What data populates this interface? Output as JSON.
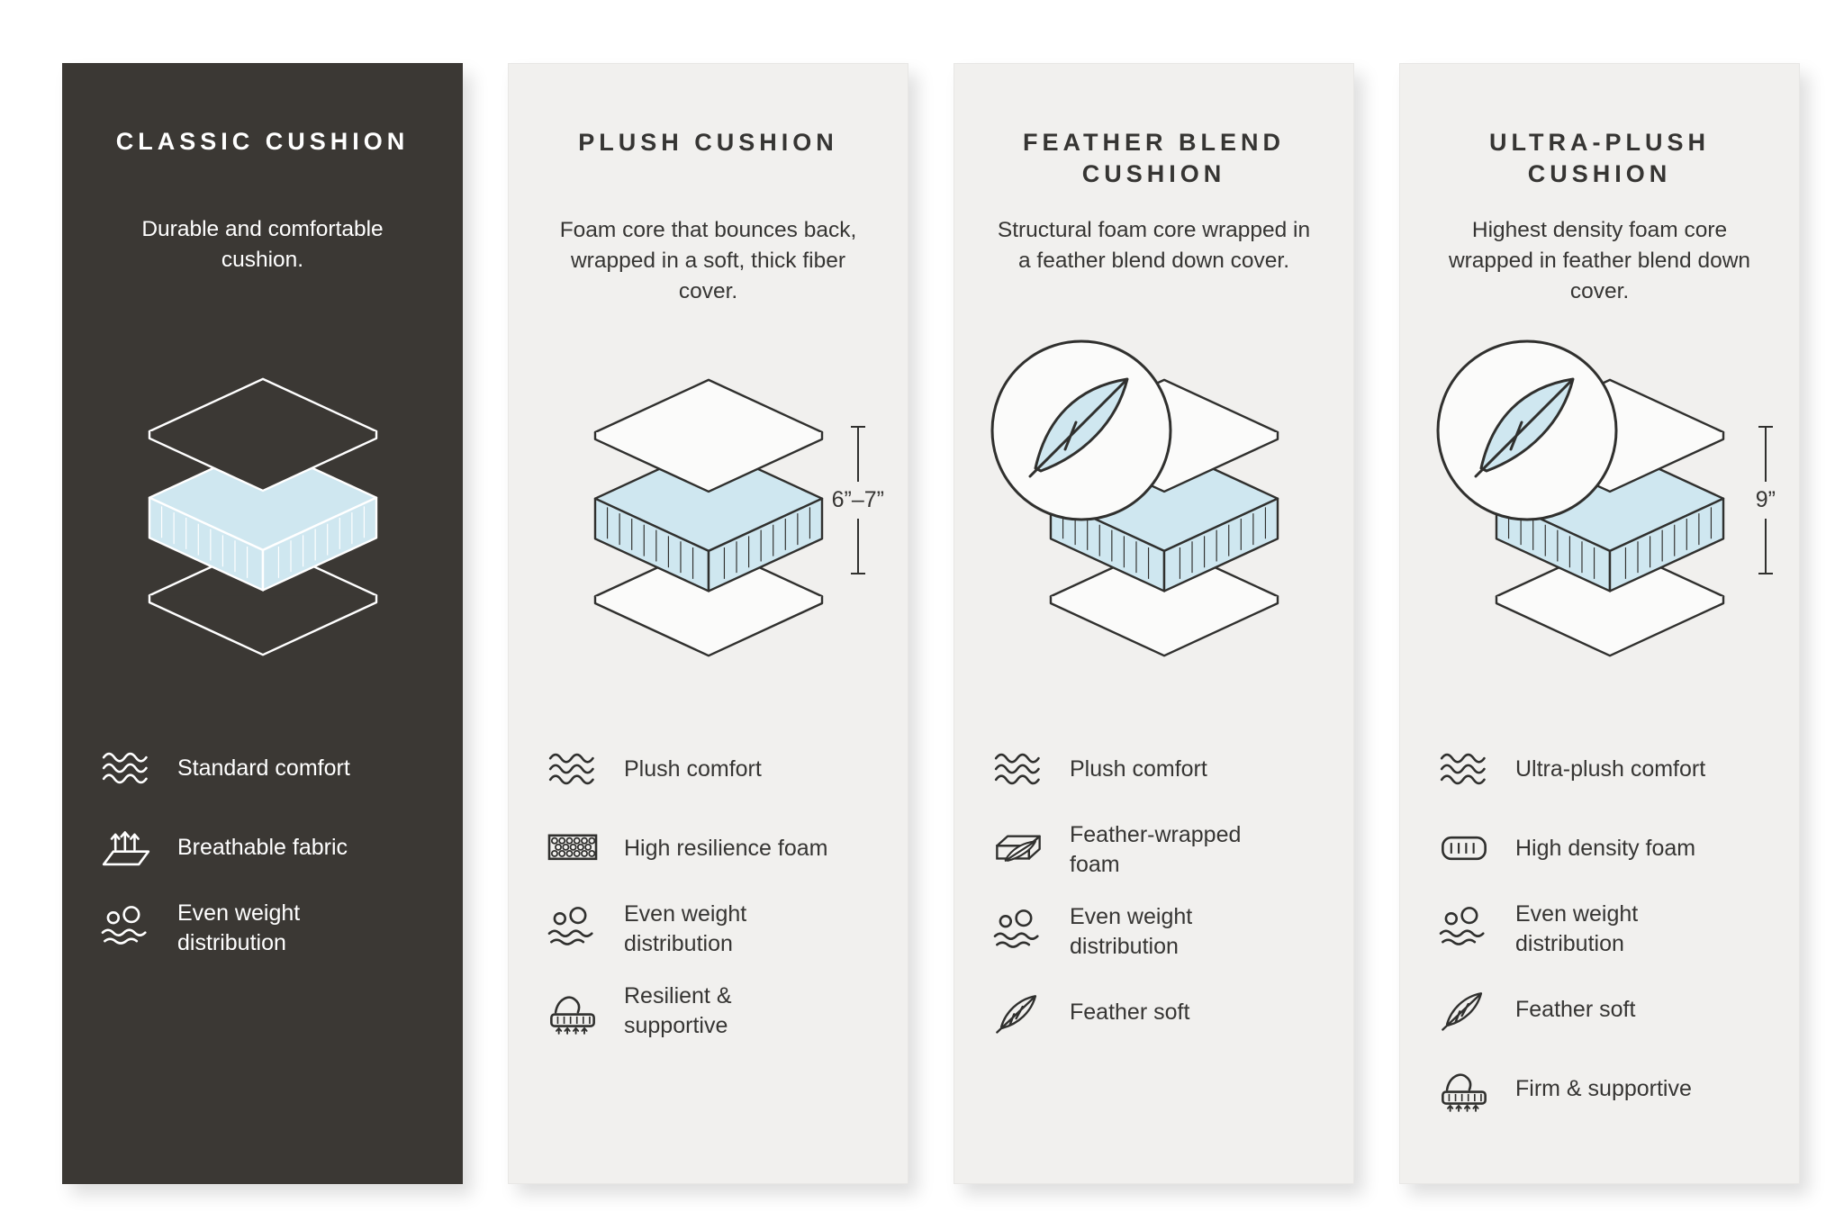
{
  "page": {
    "background": "#ffffff"
  },
  "colors": {
    "card_dark_bg": "#3b3834",
    "card_light_bg": "#f1f0ee",
    "outline_dark": "#30302e",
    "outline_light": "#ffffff",
    "foam_blue": "#cfe7f0",
    "text_dark": "#363533",
    "text_light": "#ffffff"
  },
  "icons": {
    "waves-comfort-icon": "sym-waves",
    "breathable-fabric-icon": "sym-breathe",
    "even-weight-icon": "sym-weight",
    "resilience-foam-icon": "sym-bubbles",
    "hand-press-icon": "sym-press",
    "feather-icon": "sym-feather",
    "feather-wrapped-foam-icon": "sym-featherfoam",
    "high-density-foam-icon": "sym-density"
  },
  "cards": [
    {
      "title": "CLASSIC CUSHION",
      "description": "Durable and comfortable cushion.",
      "features": [
        {
          "icon": "waves-comfort-icon",
          "label": "Standard comfort"
        },
        {
          "icon": "breathable-fabric-icon",
          "label": "Breathable fabric"
        },
        {
          "icon": "even-weight-icon",
          "label": "Even weight distribution"
        }
      ]
    },
    {
      "title": "PLUSH CUSHION",
      "description": "Foam core that bounces back, wrapped in a soft, thick fiber cover.",
      "measurement": "6”–7”",
      "features": [
        {
          "icon": "waves-comfort-icon",
          "label": "Plush comfort"
        },
        {
          "icon": "resilience-foam-icon",
          "label": "High resilience foam"
        },
        {
          "icon": "even-weight-icon",
          "label": "Even weight distribution"
        },
        {
          "icon": "hand-press-icon",
          "label": "Resilient & supportive"
        }
      ]
    },
    {
      "title": "FEATHER BLEND CUSHION",
      "description": "Structural foam core wrapped in a feather blend down cover.",
      "features": [
        {
          "icon": "waves-comfort-icon",
          "label": "Plush comfort"
        },
        {
          "icon": "feather-wrapped-foam-icon",
          "label": "Feather-wrapped foam"
        },
        {
          "icon": "even-weight-icon",
          "label": "Even weight distribution"
        },
        {
          "icon": "feather-icon",
          "label": "Feather soft"
        }
      ]
    },
    {
      "title": "ULTRA-PLUSH CUSHION",
      "description": "Highest density foam core wrapped in feather blend down cover.",
      "measurement": "9”",
      "features": [
        {
          "icon": "waves-comfort-icon",
          "label": "Ultra-plush comfort"
        },
        {
          "icon": "high-density-foam-icon",
          "label": "High density foam"
        },
        {
          "icon": "even-weight-icon",
          "label": "Even weight distribution"
        },
        {
          "icon": "feather-icon",
          "label": "Feather soft"
        },
        {
          "icon": "hand-press-icon",
          "label": "Firm & supportive"
        }
      ]
    }
  ]
}
